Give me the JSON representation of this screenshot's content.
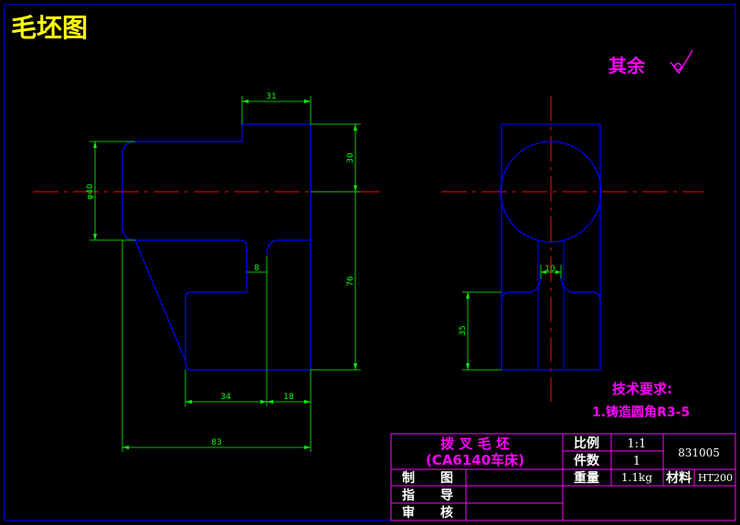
{
  "title": "毛坯图",
  "roughness_note": "其余",
  "roughness_symbol": "√",
  "dimensions": {
    "top_width": "31",
    "upper_height": "30",
    "diameter": "φ40",
    "lower_height": "76",
    "slot_width": "8",
    "bottom_left": "34",
    "bottom_right": "18",
    "overall_width": "83",
    "side_slot": "10",
    "side_height": "35"
  },
  "tech_requirements": {
    "heading": "技术要求:",
    "item1": "1.铸造圆角R3-5"
  },
  "title_block": {
    "part_name": "拨 叉 毛 坯",
    "machine": "(CA6140车床)",
    "scale_label": "比例",
    "scale_value": "1:1",
    "qty_label": "件数",
    "qty_value": "1",
    "drawing_no": "831005",
    "weight_label": "重量",
    "weight_value": "1.1kg",
    "material_label": "材料",
    "material_value": "HT200",
    "drawn_by": "制　　图",
    "guided_by": "指　　导",
    "reviewed_by": "审　　核"
  },
  "colors": {
    "background": "#000000",
    "outline": "#0000ff",
    "dimension": "#00ff00",
    "centerline": "#ff0000",
    "annotation": "#ff00ff",
    "title": "#ffff00",
    "table_text": "#ffffff"
  }
}
